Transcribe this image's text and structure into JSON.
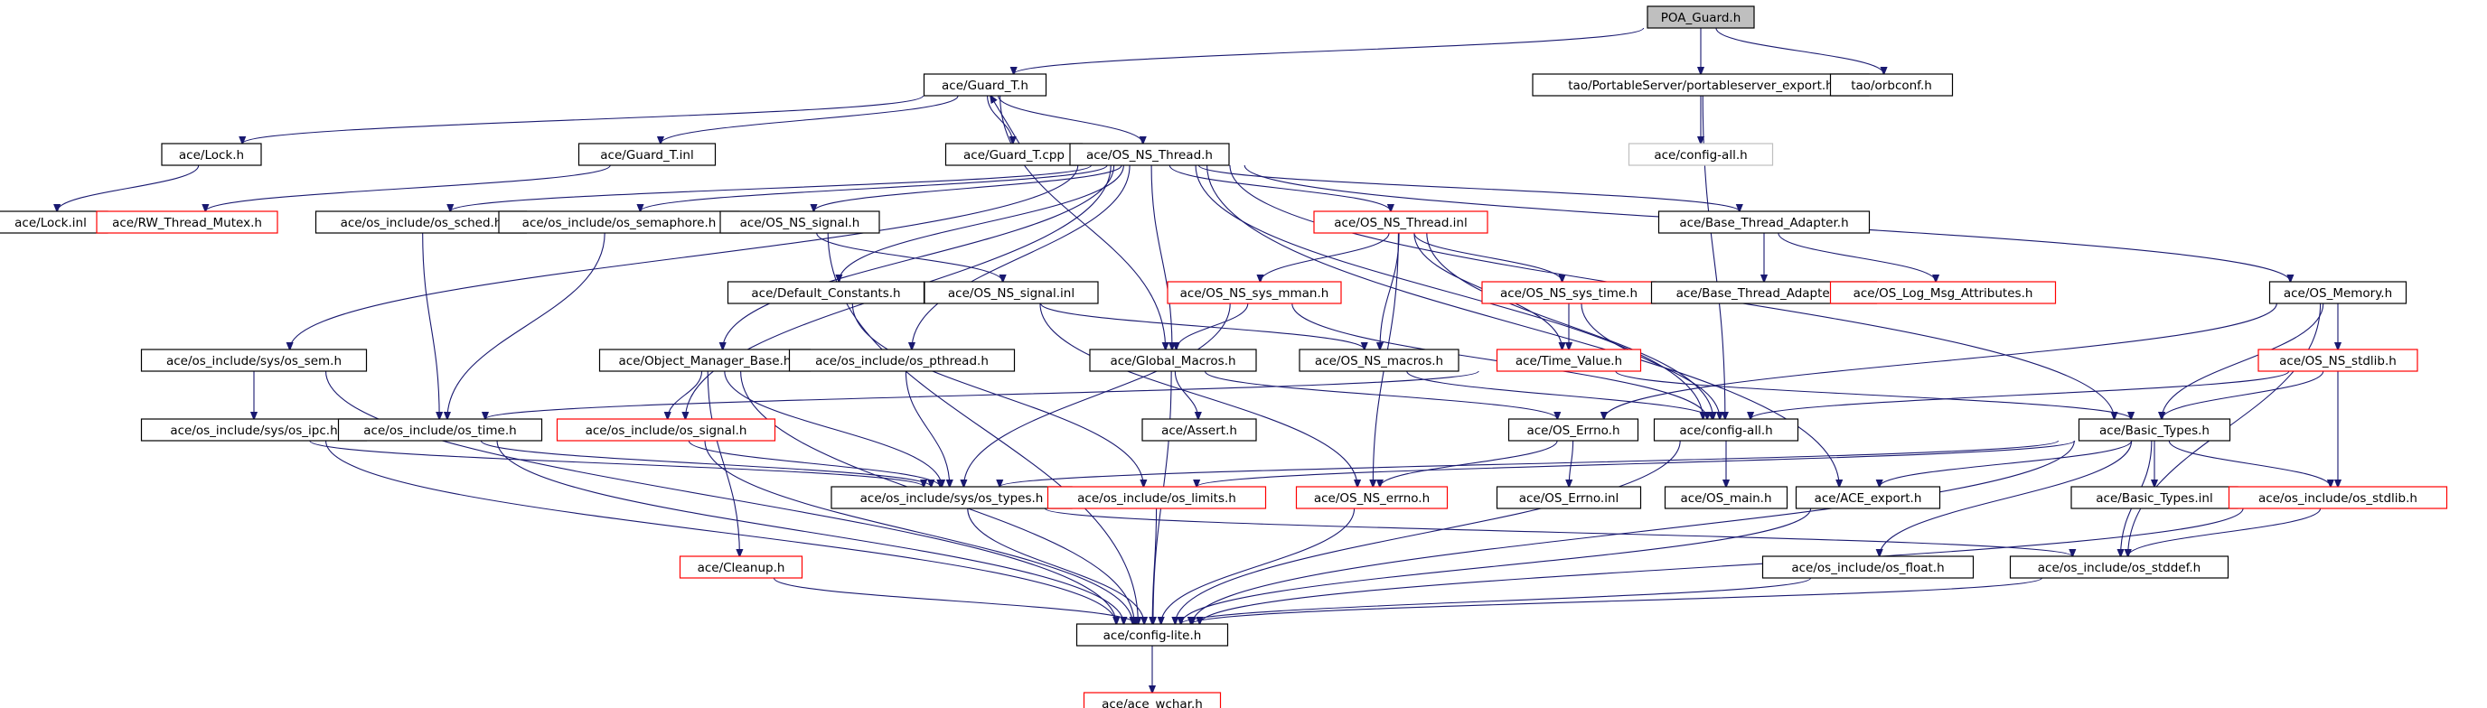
{
  "diagram": {
    "title": "POA_Guard.h",
    "colors": {
      "edge": "#191970",
      "border_normal": "#000000",
      "border_truncated": "#ff0000",
      "border_root": "#000000",
      "fill_root": "#bfbfbf",
      "fill_normal": "#ffffff",
      "border_external": "#bfbfbf"
    },
    "nodes": [
      {
        "id": "poa_guard",
        "label": "POA_Guard.h",
        "kind": "root"
      },
      {
        "id": "guard_t_h",
        "label": "ace/Guard_T.h",
        "kind": "normal"
      },
      {
        "id": "portableserver_export",
        "label": "tao/PortableServer/portableserver_export.h",
        "kind": "normal"
      },
      {
        "id": "orbconf",
        "label": "tao/orbconf.h",
        "kind": "normal"
      },
      {
        "id": "lock_h",
        "label": "ace/Lock.h",
        "kind": "normal"
      },
      {
        "id": "guard_t_inl",
        "label": "ace/Guard_T.inl",
        "kind": "normal"
      },
      {
        "id": "guard_t_cpp",
        "label": "ace/Guard_T.cpp",
        "kind": "normal"
      },
      {
        "id": "os_ns_thread_h",
        "label": "ace/OS_NS_Thread.h",
        "kind": "normal"
      },
      {
        "id": "config_all_ext",
        "label": "ace/config-all.h",
        "kind": "external"
      },
      {
        "id": "lock_inl",
        "label": "ace/Lock.inl",
        "kind": "normal"
      },
      {
        "id": "rw_thread_mutex",
        "label": "ace/RW_Thread_Mutex.h",
        "kind": "truncated"
      },
      {
        "id": "os_sched",
        "label": "ace/os_include/os_sched.h",
        "kind": "normal"
      },
      {
        "id": "os_semaphore",
        "label": "ace/os_include/os_semaphore.h",
        "kind": "normal"
      },
      {
        "id": "os_ns_signal_h",
        "label": "ace/OS_NS_signal.h",
        "kind": "normal"
      },
      {
        "id": "os_ns_thread_inl",
        "label": "ace/OS_NS_Thread.inl",
        "kind": "truncated"
      },
      {
        "id": "base_thread_adapter_h",
        "label": "ace/Base_Thread_Adapter.h",
        "kind": "normal"
      },
      {
        "id": "default_constants",
        "label": "ace/Default_Constants.h",
        "kind": "normal"
      },
      {
        "id": "os_ns_signal_inl",
        "label": "ace/OS_NS_signal.inl",
        "kind": "normal"
      },
      {
        "id": "os_ns_sys_mman",
        "label": "ace/OS_NS_sys_mman.h",
        "kind": "truncated"
      },
      {
        "id": "os_ns_sys_time",
        "label": "ace/OS_NS_sys_time.h",
        "kind": "truncated"
      },
      {
        "id": "base_thread_adapter_inl",
        "label": "ace/Base_Thread_Adapter.inl",
        "kind": "normal"
      },
      {
        "id": "os_log_msg_attributes",
        "label": "ace/OS_Log_Msg_Attributes.h",
        "kind": "truncated"
      },
      {
        "id": "os_memory",
        "label": "ace/OS_Memory.h",
        "kind": "normal"
      },
      {
        "id": "os_sem",
        "label": "ace/os_include/sys/os_sem.h",
        "kind": "normal"
      },
      {
        "id": "object_manager_base",
        "label": "ace/Object_Manager_Base.h",
        "kind": "normal"
      },
      {
        "id": "os_pthread",
        "label": "ace/os_include/os_pthread.h",
        "kind": "normal"
      },
      {
        "id": "global_macros",
        "label": "ace/Global_Macros.h",
        "kind": "normal"
      },
      {
        "id": "os_ns_macros",
        "label": "ace/OS_NS_macros.h",
        "kind": "normal"
      },
      {
        "id": "time_value",
        "label": "ace/Time_Value.h",
        "kind": "truncated"
      },
      {
        "id": "os_ns_stdlib_h",
        "label": "ace/OS_NS_stdlib.h",
        "kind": "truncated"
      },
      {
        "id": "os_ipc",
        "label": "ace/os_include/sys/os_ipc.h",
        "kind": "normal"
      },
      {
        "id": "os_time",
        "label": "ace/os_include/os_time.h",
        "kind": "normal"
      },
      {
        "id": "os_signal",
        "label": "ace/os_include/os_signal.h",
        "kind": "truncated"
      },
      {
        "id": "assert_h",
        "label": "ace/Assert.h",
        "kind": "normal"
      },
      {
        "id": "os_errno_h",
        "label": "ace/OS_Errno.h",
        "kind": "normal"
      },
      {
        "id": "config_all",
        "label": "ace/config-all.h",
        "kind": "normal"
      },
      {
        "id": "basic_types_h",
        "label": "ace/Basic_Types.h",
        "kind": "normal"
      },
      {
        "id": "os_types",
        "label": "ace/os_include/sys/os_types.h",
        "kind": "normal"
      },
      {
        "id": "os_limits",
        "label": "ace/os_include/os_limits.h",
        "kind": "truncated"
      },
      {
        "id": "os_ns_errno",
        "label": "ace/OS_NS_errno.h",
        "kind": "truncated"
      },
      {
        "id": "os_errno_inl",
        "label": "ace/OS_Errno.inl",
        "kind": "normal"
      },
      {
        "id": "os_main",
        "label": "ace/OS_main.h",
        "kind": "normal"
      },
      {
        "id": "ace_export",
        "label": "ace/ACE_export.h",
        "kind": "normal"
      },
      {
        "id": "basic_types_inl",
        "label": "ace/Basic_Types.inl",
        "kind": "normal"
      },
      {
        "id": "os_stdlib",
        "label": "ace/os_include/os_stdlib.h",
        "kind": "truncated"
      },
      {
        "id": "cleanup",
        "label": "ace/Cleanup.h",
        "kind": "truncated"
      },
      {
        "id": "os_float",
        "label": "ace/os_include/os_float.h",
        "kind": "normal"
      },
      {
        "id": "os_stddef",
        "label": "ace/os_include/os_stddef.h",
        "kind": "normal"
      },
      {
        "id": "config_lite",
        "label": "ace/config-lite.h",
        "kind": "normal"
      },
      {
        "id": "ace_wchar",
        "label": "ace/ace_wchar.h",
        "kind": "truncated"
      }
    ],
    "edges": [
      [
        "poa_guard",
        "guard_t_h"
      ],
      [
        "poa_guard",
        "portableserver_export"
      ],
      [
        "poa_guard",
        "orbconf"
      ],
      [
        "portableserver_export",
        "config_all_ext"
      ],
      [
        "portableserver_export",
        "config_all"
      ],
      [
        "guard_t_h",
        "lock_h"
      ],
      [
        "guard_t_h",
        "guard_t_inl"
      ],
      [
        "guard_t_h",
        "guard_t_cpp"
      ],
      [
        "guard_t_cpp",
        "guard_t_h"
      ],
      [
        "guard_t_h",
        "os_ns_thread_h"
      ],
      [
        "guard_t_h",
        "global_macros"
      ],
      [
        "lock_h",
        "lock_inl"
      ],
      [
        "guard_t_inl",
        "rw_thread_mutex"
      ],
      [
        "os_ns_thread_h",
        "os_sched"
      ],
      [
        "os_ns_thread_h",
        "os_semaphore"
      ],
      [
        "os_ns_thread_h",
        "os_ns_signal_h"
      ],
      [
        "os_ns_thread_h",
        "os_ns_thread_inl"
      ],
      [
        "os_ns_thread_h",
        "base_thread_adapter_h"
      ],
      [
        "os_ns_thread_h",
        "os_memory"
      ],
      [
        "os_ns_thread_h",
        "default_constants"
      ],
      [
        "os_ns_thread_h",
        "object_manager_base"
      ],
      [
        "os_ns_thread_h",
        "os_pthread"
      ],
      [
        "os_ns_thread_h",
        "global_macros"
      ],
      [
        "os_ns_thread_h",
        "os_sem"
      ],
      [
        "os_ns_thread_h",
        "config_all"
      ],
      [
        "os_ns_thread_h",
        "basic_types_h"
      ],
      [
        "os_ns_thread_h",
        "ace_export"
      ],
      [
        "os_ns_thread_h",
        "os_signal"
      ],
      [
        "os_sched",
        "os_time"
      ],
      [
        "os_semaphore",
        "os_time"
      ],
      [
        "os_ns_signal_h",
        "os_ns_signal_inl"
      ],
      [
        "os_ns_signal_h",
        "config_lite"
      ],
      [
        "os_ns_signal_inl",
        "os_ns_macros"
      ],
      [
        "os_ns_signal_inl",
        "os_ns_errno"
      ],
      [
        "os_ns_thread_inl",
        "os_ns_sys_mman"
      ],
      [
        "os_ns_thread_inl",
        "os_ns_sys_time"
      ],
      [
        "os_ns_thread_inl",
        "os_ns_macros"
      ],
      [
        "os_ns_thread_inl",
        "time_value"
      ],
      [
        "os_ns_thread_inl",
        "os_ns_errno"
      ],
      [
        "os_ns_thread_inl",
        "config_all"
      ],
      [
        "os_ns_sys_mman",
        "global_macros"
      ],
      [
        "os_ns_sys_mman",
        "os_types"
      ],
      [
        "os_ns_sys_mman",
        "config_all"
      ],
      [
        "os_ns_sys_time",
        "time_value"
      ],
      [
        "os_ns_sys_time",
        "config_all"
      ],
      [
        "base_thread_adapter_h",
        "base_thread_adapter_inl"
      ],
      [
        "base_thread_adapter_h",
        "os_log_msg_attributes"
      ],
      [
        "os_memory",
        "os_ns_stdlib_h"
      ],
      [
        "os_memory",
        "basic_types_h"
      ],
      [
        "os_memory",
        "os_errno_h"
      ],
      [
        "os_memory",
        "os_stddef"
      ],
      [
        "os_ns_stdlib_h",
        "basic_types_h"
      ],
      [
        "os_ns_stdlib_h",
        "config_all"
      ],
      [
        "os_ns_stdlib_h",
        "os_stdlib"
      ],
      [
        "default_constants",
        "os_limits"
      ],
      [
        "object_manager_base",
        "os_signal"
      ],
      [
        "object_manager_base",
        "cleanup"
      ],
      [
        "object_manager_base",
        "os_types"
      ],
      [
        "object_manager_base",
        "config_lite"
      ],
      [
        "os_pthread",
        "os_types"
      ],
      [
        "global_macros",
        "assert_h"
      ],
      [
        "global_macros",
        "os_errno_h"
      ],
      [
        "global_macros",
        "config_lite"
      ],
      [
        "os_ns_macros",
        "config_all"
      ],
      [
        "time_value",
        "basic_types_h"
      ],
      [
        "time_value",
        "os_time"
      ],
      [
        "os_sem",
        "os_ipc"
      ],
      [
        "os_sem",
        "config_lite"
      ],
      [
        "os_ipc",
        "os_types"
      ],
      [
        "os_ipc",
        "config_lite"
      ],
      [
        "os_time",
        "os_types"
      ],
      [
        "os_time",
        "config_lite"
      ],
      [
        "os_signal",
        "os_types"
      ],
      [
        "os_signal",
        "config_lite"
      ],
      [
        "os_errno_h",
        "os_errno_inl"
      ],
      [
        "os_errno_h",
        "os_ns_errno"
      ],
      [
        "config_all",
        "os_main"
      ],
      [
        "config_all",
        "config_lite"
      ],
      [
        "basic_types_h",
        "basic_types_inl"
      ],
      [
        "basic_types_h",
        "ace_export"
      ],
      [
        "basic_types_h",
        "os_stdlib"
      ],
      [
        "basic_types_h",
        "os_limits"
      ],
      [
        "basic_types_h",
        "os_types"
      ],
      [
        "basic_types_h",
        "os_float"
      ],
      [
        "basic_types_h",
        "os_stddef"
      ],
      [
        "basic_types_h",
        "config_lite"
      ],
      [
        "os_types",
        "os_stddef"
      ],
      [
        "os_types",
        "config_lite"
      ],
      [
        "os_limits",
        "config_lite"
      ],
      [
        "os_ns_errno",
        "config_lite"
      ],
      [
        "ace_export",
        "config_lite"
      ],
      [
        "os_stdlib",
        "os_stddef"
      ],
      [
        "os_stdlib",
        "config_lite"
      ],
      [
        "cleanup",
        "config_lite"
      ],
      [
        "os_float",
        "config_lite"
      ],
      [
        "os_stddef",
        "config_lite"
      ],
      [
        "config_lite",
        "ace_wchar"
      ]
    ]
  }
}
